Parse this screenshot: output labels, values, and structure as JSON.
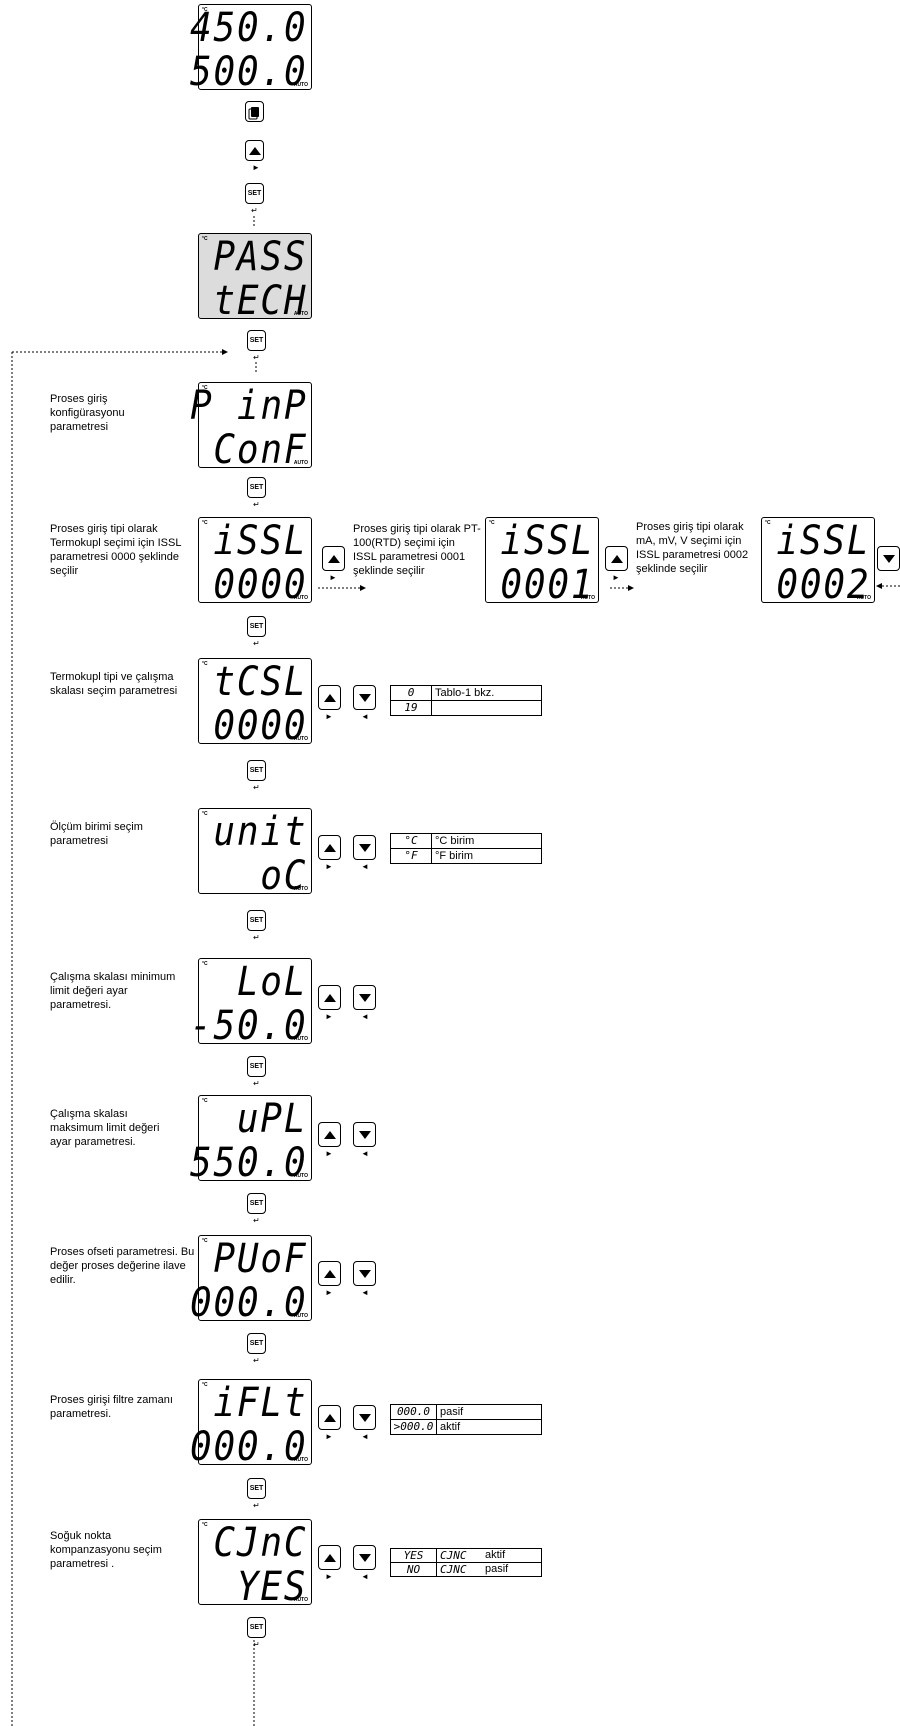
{
  "displays": {
    "d1": {
      "top": "450.0",
      "bottom": "500.0"
    },
    "d2": {
      "top": "PASS",
      "bottom": "tECH"
    },
    "d3": {
      "top": "P inP",
      "bottom": "ConF"
    },
    "d4": {
      "top": "iSSL",
      "bottom": "0000"
    },
    "d4b": {
      "top": "iSSL",
      "bottom": "0001"
    },
    "d4c": {
      "top": "iSSL",
      "bottom": "0002"
    },
    "d5": {
      "top": "tCSL",
      "bottom": "0000"
    },
    "d6": {
      "top": "unit",
      "bottom": "oC"
    },
    "d7": {
      "top": "LoL",
      "bottom": "-50.0"
    },
    "d8": {
      "top": "uPL",
      "bottom": "550.0"
    },
    "d9": {
      "top": "PUoF",
      "bottom": "000.0"
    },
    "d10": {
      "top": "iFLt",
      "bottom": "000.0"
    },
    "d11": {
      "top": "CJnC",
      "bottom": "YES"
    }
  },
  "unit_mark": "°C",
  "auto_mark": "AUTO",
  "set_label": "SET",
  "labels": {
    "pinp": "Proses giriş konfigürasyonu parametresi",
    "issl": "Proses giriş tipi olarak Termokupl seçimi için ISSL parametresi 0000 şeklinde seçilir",
    "issl1": "Proses giriş tipi olarak PT-100(RTD) seçimi için ISSL parametresi 0001 şeklinde seçilir",
    "issl2": "Proses giriş tipi olarak mA, mV, V seçimi için ISSL parametresi 0002 şeklinde seçilir",
    "tcsl": "Termokupl tipi ve çalışma skalası seçim parametresi",
    "unit": "Ölçüm birimi seçim parametresi",
    "lol": "Çalışma skalası minimum limit değeri ayar parametresi.",
    "upl": "Çalışma skalası maksimum limit değeri ayar parametresi.",
    "puof": "Proses ofseti parametresi. Bu değer proses değerine ilave edilir.",
    "iflt": "Proses girişi filtre zamanı parametresi.",
    "cjnc": "Soğuk nokta kompanzasyonu seçim parametresi ."
  },
  "tables": {
    "tcsl": {
      "rows": [
        [
          "0",
          "Tablo-1 bkz."
        ],
        [
          "19",
          ""
        ]
      ]
    },
    "unit": {
      "rows": [
        [
          "°C",
          "°C birim"
        ],
        [
          "°F",
          "°F birim"
        ]
      ]
    },
    "iflt": {
      "rows": [
        [
          "000.0",
          "pasif"
        ],
        [
          ">000.0",
          "aktif"
        ]
      ]
    },
    "cjnc": {
      "rows": [
        [
          "YES",
          "CJNC",
          "aktif"
        ],
        [
          "NO",
          "CJNC",
          "pasif"
        ]
      ]
    }
  }
}
